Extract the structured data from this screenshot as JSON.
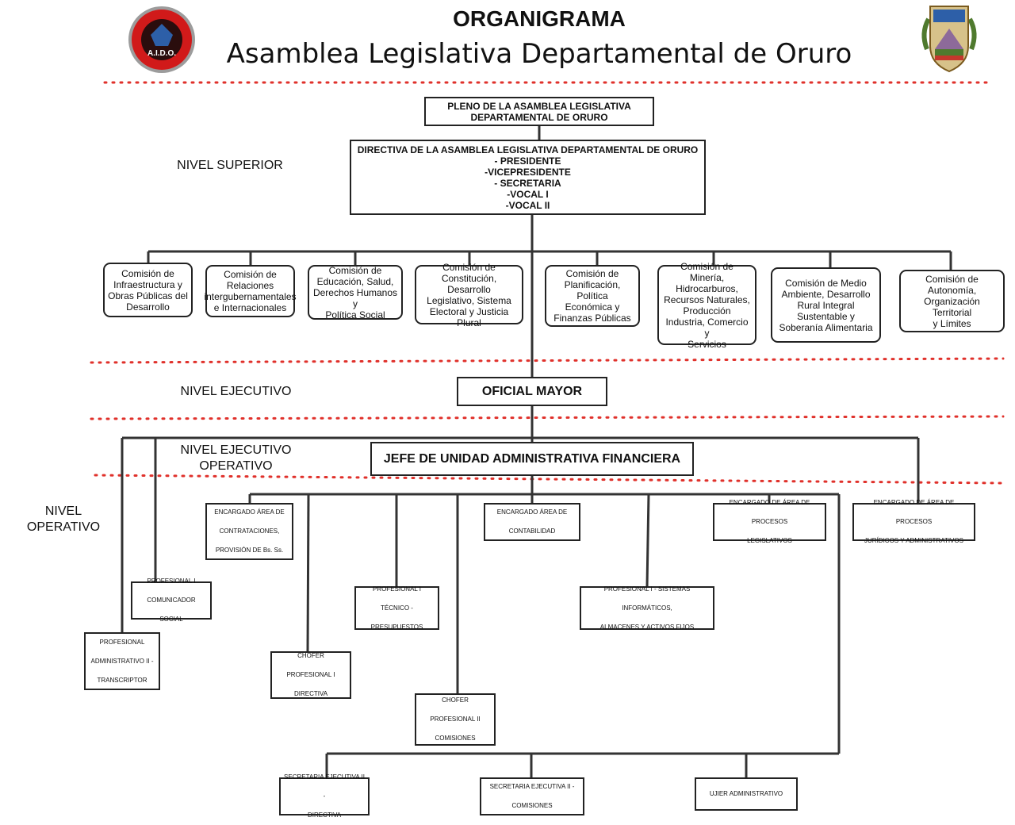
{
  "header": {
    "title": "ORGANIGRAMA",
    "subtitle": "Asamblea Legislativa Departamental de Oruro",
    "logo_left_text": "A.I.D.O."
  },
  "levels": {
    "superior": "NIVEL SUPERIOR",
    "ejecutivo": "NIVEL EJECUTIVO",
    "ejecutivo_operativo": "NIVEL EJECUTIVO\nOPERATIVO",
    "operativo": "NIVEL\nOPERATIVO"
  },
  "colors": {
    "dotted_line": "#e0312b",
    "connector": "#333333",
    "box_border": "#222222"
  },
  "top": {
    "pleno": "PLENO DE LA ASAMBLEA LEGISLATIVA\nDEPARTAMENTAL DE ORURO",
    "directiva": "DIRECTIVA  DE LA ASAMBLEA LEGISLATIVA DEPARTAMENTAL DE ORURO\n- PRESIDENTE\n-VICEPRESIDENTE\n- SECRETARIA\n-VOCAL I\n-VOCAL II"
  },
  "comisiones": [
    "Comisión de\nInfraestructura y\nObras Públicas del\nDesarrollo",
    "Comisión de\nRelaciones\nintergubernamentales\ne Internacionales",
    "Comisión de\nEducación, Salud,\nDerechos Humanos y\nPolítica Social",
    "Comisión de\nConstitución, Desarrollo\nLegislativo, Sistema\nElectoral y Justicia\nPlural",
    "Comisión de\nPlanificación, Política\nEconómica y\nFinanzas Públicas",
    "Comisión de Minería,\nHidrocarburos,\nRecursos Naturales,\nProducción\nIndustria, Comercio y\nServicios",
    "Comisión de Medio\nAmbiente, Desarrollo\nRural Integral\nSustentable y\nSoberanía Alimentaria",
    "Comisión de Autonomía,\nOrganización Territorial\ny Límites"
  ],
  "ejecutivo": {
    "oficial_mayor": "OFICIAL MAYOR",
    "jefe_uaf": "JEFE DE UNIDAD ADMINISTRATIVA FINANCIERA"
  },
  "operativo": {
    "contrataciones": "ENCARGADO ÁREA DE\nCONTRATACIONES,\nPROVISIÓN DE Bs. Ss.",
    "contabilidad": "ENCARGADO ÁREA DE\nCONTABILIDAD",
    "procesos_legislativos": "ENCARGADO DE ÁREA DE PROCESOS\nLEGISLATIVOS",
    "procesos_juridicos": "ENCARGADO DE ÁREA DE PROCESOS\nJURÍDICOS Y ADMINISTRATIVOS",
    "comunicador": "PROFESIONAL I\nCOMUNICADOR SOCIAL",
    "transcriptor": "PROFESIONAL\nADMINISTRATIVO II -\nTRANSCRIPTOR",
    "presupuestos": "PROFESIONAL I TÉCNICO -\nPRESUPUESTOS",
    "sistemas": "PROFESIONAL I - SISTEMAS INFORMÁTICOS,\nALMACENES Y ACTIVOS FIJOS",
    "chofer_directiva": "CHOFER PROFESIONAL I\nDIRECTIVA",
    "chofer_comisiones": "CHOFER PROFESIONAL II\nCOMISIONES",
    "secretaria_directiva": "SECRETARIA EJECUTIVA II -\nDIRECTIVA",
    "secretaria_comisiones": "SECRETARIA EJECUTIVA II -\nCOMISIONES",
    "ujier": "UJIER ADMINISTRATIVO"
  }
}
